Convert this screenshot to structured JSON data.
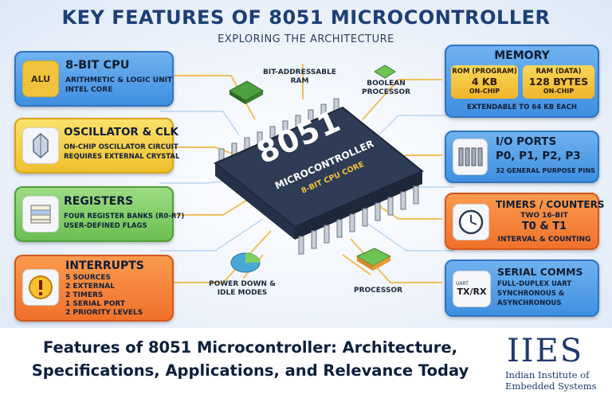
{
  "header": {
    "title": "KEY FEATURES OF 8051 MICROCONTROLLER",
    "subtitle": "EXPLORING THE ARCHITECTURE"
  },
  "colors": {
    "blue": "#3f8fe0",
    "yellow": "#f0c02e",
    "green": "#6cbf52",
    "orange": "#f0712a",
    "navy": "#1d3f78"
  },
  "left_cards": [
    {
      "title": "8-BIT CPU",
      "lines": [
        "ARITHMETIC & LOGIC UNIT",
        "INTEL CORE"
      ],
      "icon": "alu-icon",
      "icon_text": "ALU"
    },
    {
      "title": "OSCILLATOR & CLK",
      "lines": [
        "ON-CHIP OSCILLATOR CIRCUIT",
        "REQUIRES EXTERNAL CRYSTAL"
      ],
      "icon": "crystal-icon"
    },
    {
      "title": "REGISTERS",
      "lines": [
        "FOUR REGISTER BANKS (R0-R7)",
        "USER-DEFINED FLAGS"
      ],
      "icon": "register-icon"
    },
    {
      "title": "INTERRUPTS",
      "lines": [
        "5 SOURCES",
        "2 EXTERNAL",
        "2 TIMERS",
        "1 SERIAL PORT",
        "2 PRIORITY LEVELS"
      ],
      "icon": "alert-icon",
      "icon_text": "!"
    }
  ],
  "memory": {
    "title": "MEMORY",
    "rom": {
      "label": "ROM (PROGRAM)",
      "size": "4 KB",
      "note": "ON-CHIP"
    },
    "ram": {
      "label": "RAM (DATA)",
      "size": "128 BYTES",
      "note": "ON-CHIP"
    },
    "footer": "EXTENDABLE TO 64 KB EACH"
  },
  "right_cards": [
    {
      "title": "I/O PORTS",
      "big": "P0, P1, P2, P3",
      "lines": [
        "32 GENERAL PURPOSE PINS"
      ],
      "icon": "io-pins-icon"
    },
    {
      "title": "TIMERS / COUNTERS",
      "lines": [
        "TWO 16-BIT"
      ],
      "big": "T0 & T1",
      "lines2": [
        "INTERVAL & COUNTING"
      ],
      "icon": "clock-icon"
    },
    {
      "title": "SERIAL COMMS",
      "lines": [
        "FULL-DUPLEX UART",
        "SYNCHRONOUS &",
        "ASYNCHRONOUS"
      ],
      "icon": "txrx-icon",
      "icon_text": "TX/RX",
      "icon_small": "UART"
    }
  ],
  "chip": {
    "name": "8051",
    "label": "MICROCONTROLLER",
    "core": "8-BIT CPU CORE"
  },
  "callouts": {
    "bit_ram": [
      "BIT-ADDRESSABLE",
      "RAM"
    ],
    "boolean": [
      "BOOLEAN",
      "PROCESSOR"
    ],
    "power": [
      "POWER DOWN &",
      "IDLE MODES"
    ],
    "processor": [
      "PROCESSOR"
    ]
  },
  "footer": {
    "title_line1": "Features of 8051 Microcontroller: Architecture,",
    "title_line2": "Specifications, Applications, and Relevance Today",
    "logo": "IIES",
    "logo_sub1": "Indian Institute of",
    "logo_sub2": "Embedded Systems"
  }
}
